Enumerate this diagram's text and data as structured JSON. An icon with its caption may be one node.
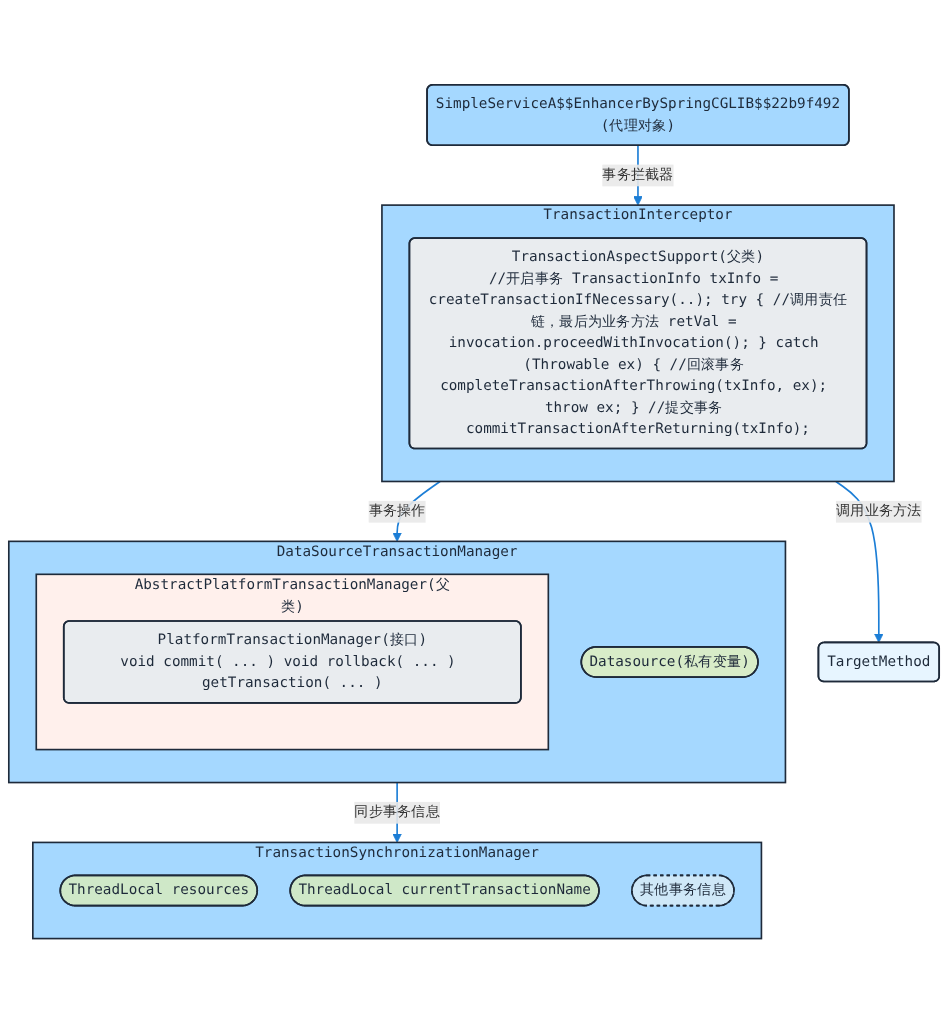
{
  "diagram": {
    "nodes": [
      {
        "text": [
          "SimpleServiceA$$EnhancerBySpringCGLIB$$22b9f492",
          "(代理对象)"
        ]
      },
      {
        "text": [
          "TransactionInterceptor"
        ]
      },
      {
        "text": [
          "TransactionAspectSupport(父类)",
          "//开启事务 TransactionInfo txInfo = createTransactionIfNecessary(..); try { //调用责任链，最后为业务方法 retVal = invocation.proceedWithInvocation(); } catch (Throwable ex) { //回滚事务 completeTransactionAfterThrowing(txInfo, ex); throw ex; } //提交事务 commitTransactionAfterReturning(txInfo);"
        ],
        "in": 1
      },
      {
        "text": [
          "TargetMethod"
        ]
      },
      {
        "text": [
          "DataSourceTransactionManager"
        ]
      },
      {
        "text": [
          "AbstractPlatformTransactionManager(父类)"
        ],
        "in": 4
      },
      {
        "text": [
          "PlatformTransactionManager(接口)",
          "void commit( ... ) void rollback( ... ) getTransaction( ... )"
        ],
        "in": 5
      },
      {
        "text": [
          "Datasource(私有变量)"
        ],
        "in": 4
      },
      {
        "text": [
          "TransactionSynchronizationManager"
        ]
      },
      {
        "text": [
          "ThreadLocal resources"
        ],
        "in": 8
      },
      {
        "text": [
          "ThreadLocal currentTransactionName"
        ],
        "in": 8
      },
      {
        "text": [
          "其他事务信息"
        ],
        "in": 8
      }
    ],
    "edges": [
      {
        "from": 0,
        "to": 1,
        "arrow": "to",
        "label": "事务拦截器"
      },
      {
        "from": 1,
        "to": 3,
        "arrow": "to",
        "label": "调用业务方法"
      },
      {
        "from": 1,
        "to": 4,
        "arrow": "to",
        "label": "事务操作"
      },
      {
        "from": 4,
        "to": 8,
        "arrow": "to",
        "label": "同步事务信息"
      }
    ]
  }
}
